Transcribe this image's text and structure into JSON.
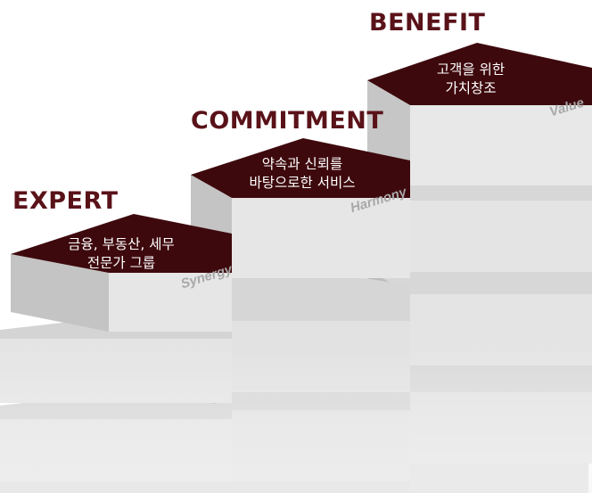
{
  "columns": [
    {
      "heading": "EXPERT",
      "caption": {
        "line1": "금융, 부동산, 세무",
        "line2": "전문가 그룹"
      },
      "tag": "Synergy"
    },
    {
      "heading": "COMMITMENT",
      "caption": {
        "line1": "약속과 신뢰를",
        "line2": "바탕으로한 서비스"
      },
      "tag": "Harmony"
    },
    {
      "heading": "BENEFIT",
      "caption": {
        "line1": "고객을 위한",
        "line2": "가치창조"
      },
      "tag": "Value"
    }
  ],
  "colors": {
    "heading": "#5a1219",
    "top_face": "#3e090d",
    "front_face": "#e6e6e6",
    "side_face": "#c4c4c4",
    "tag": "#a8a8a8"
  }
}
